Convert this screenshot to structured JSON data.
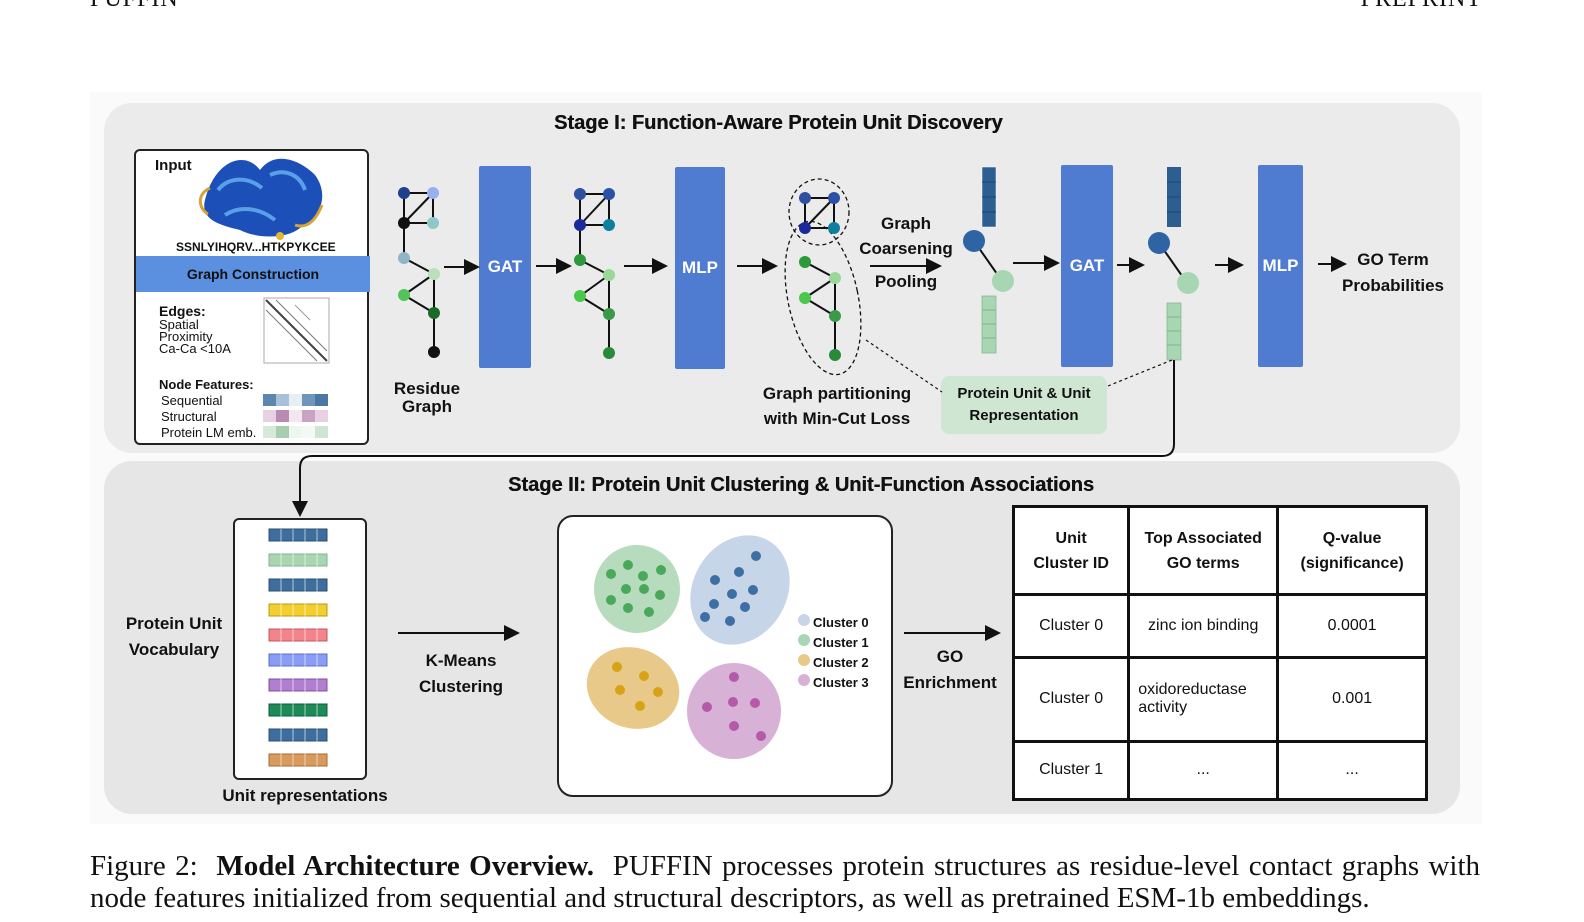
{
  "header": {
    "left": "PUFFIN",
    "right": "PREPRINT"
  },
  "stage1": {
    "title": "Stage I: Function-Aware Protein Unit Discovery",
    "input_label": "Input",
    "sequence": "SSNLYIHQRV...HTKPYKCEE",
    "graph_construction": "Graph Construction",
    "edges_title": "Edges:",
    "edges_lines": [
      "Spatial",
      "Proximity",
      "Ca-Ca <10A"
    ],
    "node_features_title": "Node Features:",
    "node_features": [
      "Sequential",
      "Structural",
      "Protein LM emb."
    ],
    "residue_graph": [
      "Residue",
      "Graph"
    ],
    "gat": "GAT",
    "mlp": "MLP",
    "graph_partitioning": [
      "Graph partitioning",
      "with Min-Cut Loss"
    ],
    "graph_coarsening": [
      "Graph",
      "Coarsening",
      "Pooling"
    ],
    "protein_unit_repr": [
      "Protein Unit & Unit",
      "Representation"
    ],
    "go_term": [
      "GO Term",
      "Probabilities"
    ]
  },
  "stage2": {
    "title": "Stage II: Protein Unit Clustering & Unit-Function Associations",
    "vocabulary": [
      "Protein Unit",
      "Vocabulary"
    ],
    "unit_representations": "Unit representations",
    "kmeans": [
      "K-Means",
      "Clustering"
    ],
    "go_enrichment": [
      "GO",
      "Enrichment"
    ],
    "legend": [
      "Cluster 0",
      "Cluster 1",
      "Cluster 2",
      "Cluster 3"
    ],
    "table": {
      "headers": [
        [
          "Unit",
          "Cluster ID"
        ],
        [
          "Top Associated",
          "GO terms"
        ],
        [
          "Q-value",
          "(significance)"
        ]
      ],
      "rows": [
        [
          "Cluster 0",
          "zinc ion binding",
          "0.0001"
        ],
        [
          "Cluster 0",
          "oxidoreductase activity",
          "0.001"
        ],
        [
          "Cluster 1",
          "...",
          "..."
        ]
      ]
    }
  },
  "caption": {
    "label": "Figure 2:",
    "title": "Model Architecture Overview.",
    "text": "PUFFIN processes protein structures as residue-level contact graphs with node features initialized from sequential and structural descriptors, as well as pretrained ESM-1b embeddings."
  },
  "colors": {
    "block_blue": "#4f7bd0",
    "graph_construction": "#5b8fe0",
    "unit_green": "#cfe7d2",
    "cluster0": "#c6d5e8",
    "cluster1": "#a9d6b2",
    "cluster2": "#e8c98a",
    "cluster3": "#d8b2d6"
  }
}
